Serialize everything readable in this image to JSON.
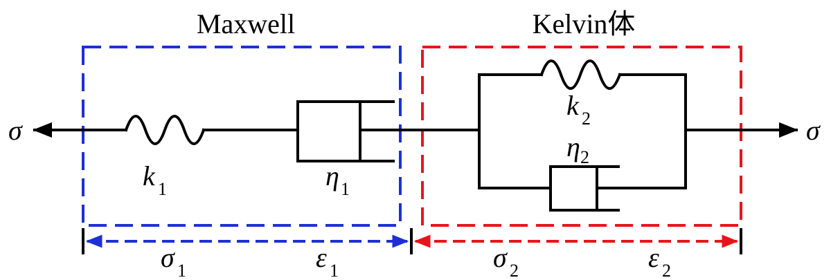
{
  "labels": {
    "maxwell_title": "Maxwell",
    "kelvin_title": "Kelvin体",
    "sigma_left": "σ",
    "sigma_right": "σ"
  },
  "elements": {
    "k1": {
      "symbol": "k",
      "sub": "1"
    },
    "eta1": {
      "symbol": "η",
      "sub": "1"
    },
    "k2": {
      "symbol": "k",
      "sub": "2"
    },
    "eta2": {
      "symbol": "η",
      "sub": "2"
    }
  },
  "dimensions": {
    "sigma1": {
      "symbol": "σ",
      "sub": "1"
    },
    "eps1": {
      "symbol": "ε",
      "sub": "1"
    },
    "sigma2": {
      "symbol": "σ",
      "sub": "2"
    },
    "eps2": {
      "symbol": "ε",
      "sub": "2"
    }
  },
  "colors": {
    "maxwell": "#1f2fd6",
    "kelvin": "#e8141b",
    "line": "#000000"
  }
}
